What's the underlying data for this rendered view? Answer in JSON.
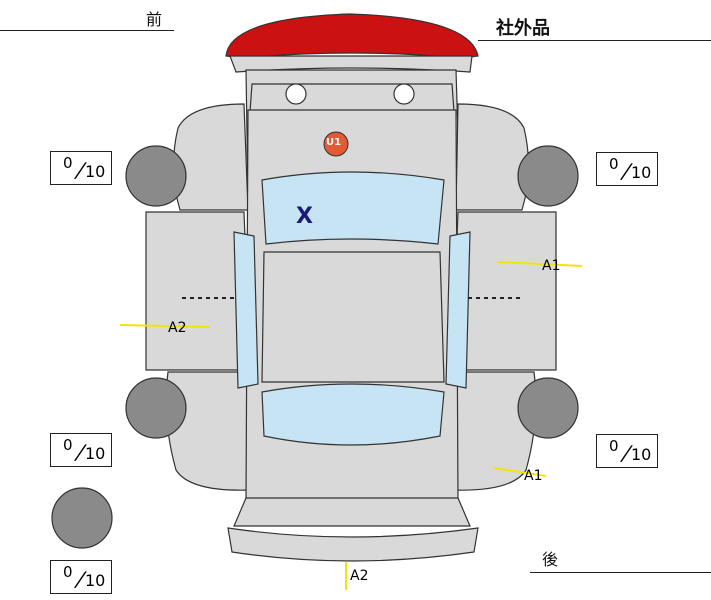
{
  "header": {
    "front_label": "前",
    "rear_label": "後",
    "aftermarket_label": "社外品"
  },
  "tires": {
    "front_left": {
      "value": "0",
      "denominator": "10"
    },
    "front_right": {
      "value": "0",
      "denominator": "10"
    },
    "rear_left": {
      "value": "0",
      "denominator": "10"
    },
    "rear_right": {
      "value": "0",
      "denominator": "10"
    },
    "spare": {
      "value": "0",
      "denominator": "10"
    }
  },
  "damage_marks": {
    "front_badge": "U1",
    "windshield_x": "X",
    "right_front_door": "A1",
    "left_front_door": "A2",
    "right_rear_quarter": "A1",
    "rear_bumper": "A2"
  },
  "colors": {
    "body": "#d9d9d9",
    "glass": "#c7e4f4",
    "bumper_red": "#cc1111",
    "badge": "#e25b35",
    "mark_line": "#f2e600",
    "x_mark": "#1a1a7a"
  }
}
